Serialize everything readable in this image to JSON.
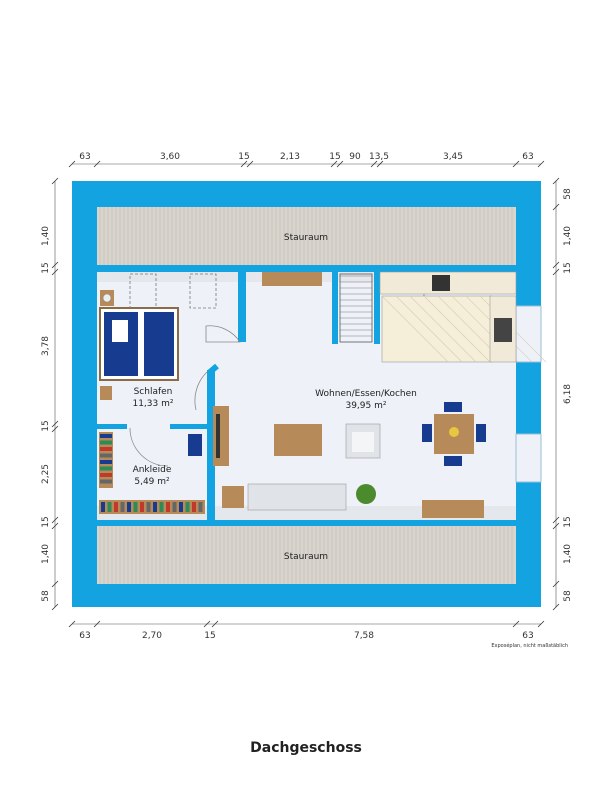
{
  "title": "Dachgeschoss",
  "note": "Exposéplan, nicht maßstäblich",
  "colors": {
    "wall": "#12a3e0",
    "storage": "#d9d4cd",
    "floor": "#eef2f8",
    "furniture_blue": "#173b8f",
    "wood": "#b78a5a"
  },
  "rooms": {
    "storage_top": {
      "name": "Stauraum"
    },
    "storage_bottom": {
      "name": "Stauraum"
    },
    "living": {
      "name": "Wohnen/Essen/Kochen",
      "area": "39,95 m²"
    },
    "bedroom": {
      "name": "Schlafen",
      "area": "11,33 m²"
    },
    "dressing": {
      "name": "Ankleide",
      "area": "5,49 m²"
    }
  },
  "dimensions": {
    "top": [
      "63",
      "3,60",
      "15",
      "2,13",
      "15",
      "90",
      "13,5",
      "3,45",
      "63"
    ],
    "bottom": [
      "63",
      "2,70",
      "15",
      "7,58",
      "63"
    ],
    "left": [
      "1,40",
      "15",
      "3,78",
      "15",
      "2,25",
      "15",
      "1,40",
      "58"
    ],
    "right_top": "58",
    "right": [
      "1,40",
      "15",
      "6,18",
      "15",
      "1,40",
      "58"
    ]
  }
}
